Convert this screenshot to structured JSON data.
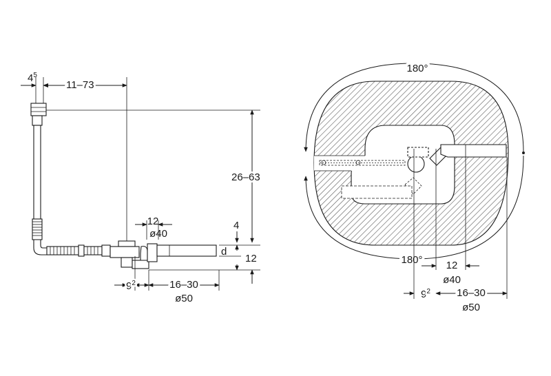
{
  "left_view": {
    "dim_overflow_offset": "4",
    "dim_overflow_offset_sup": "5",
    "dim_horizontal_range": "11–73",
    "dim_height_range": "26–63",
    "dim_width_12": "12",
    "dim_dia_40": "ø40",
    "dim_4": "4",
    "dim_d": "d",
    "dim_12_right": "12",
    "dim_9": "9",
    "dim_9_sup": "2",
    "dim_16_30": "16–30",
    "dim_dia_50": "ø50"
  },
  "right_view": {
    "angle_top": "180°",
    "angle_bottom": "180°",
    "dim_12": "12",
    "dim_dia_40": "ø40",
    "dim_9": "9",
    "dim_9_sup": "2",
    "dim_16_30": "16–30",
    "dim_dia_50": "ø50"
  }
}
